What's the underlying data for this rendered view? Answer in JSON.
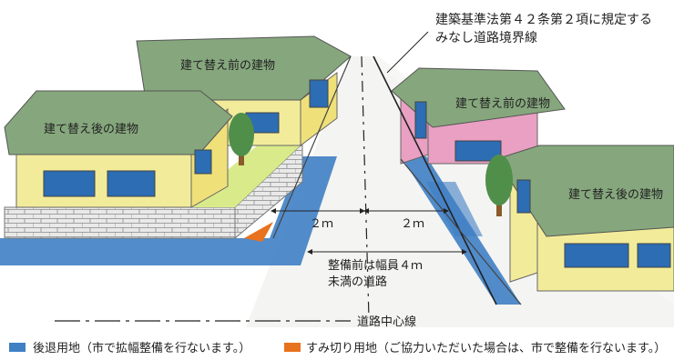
{
  "annotation": {
    "line1": "建築基準法第４２条第２項に規定する",
    "line2": "みなし道路境界線"
  },
  "buildings": {
    "left_front": "建て替え後の建物",
    "left_back": "建て替え前の建物",
    "right_back": "建て替え前の建物",
    "right_front": "建て替え後の建物"
  },
  "dimensions": {
    "left_setback": "２ｍ",
    "right_setback": "２ｍ"
  },
  "road_note": {
    "line1": "整備前は幅員４ｍ",
    "line2": "未満の道路"
  },
  "centerline_label": "道路中心線",
  "legend": [
    {
      "text": "後退用地（市で拡幅整備を行ないます。）",
      "color": "#3f7fc4"
    },
    {
      "text": "すみ切り用地（ご協力いただいた場合は、市で整備を行ないます。）",
      "color": "#e8721e"
    }
  ]
}
